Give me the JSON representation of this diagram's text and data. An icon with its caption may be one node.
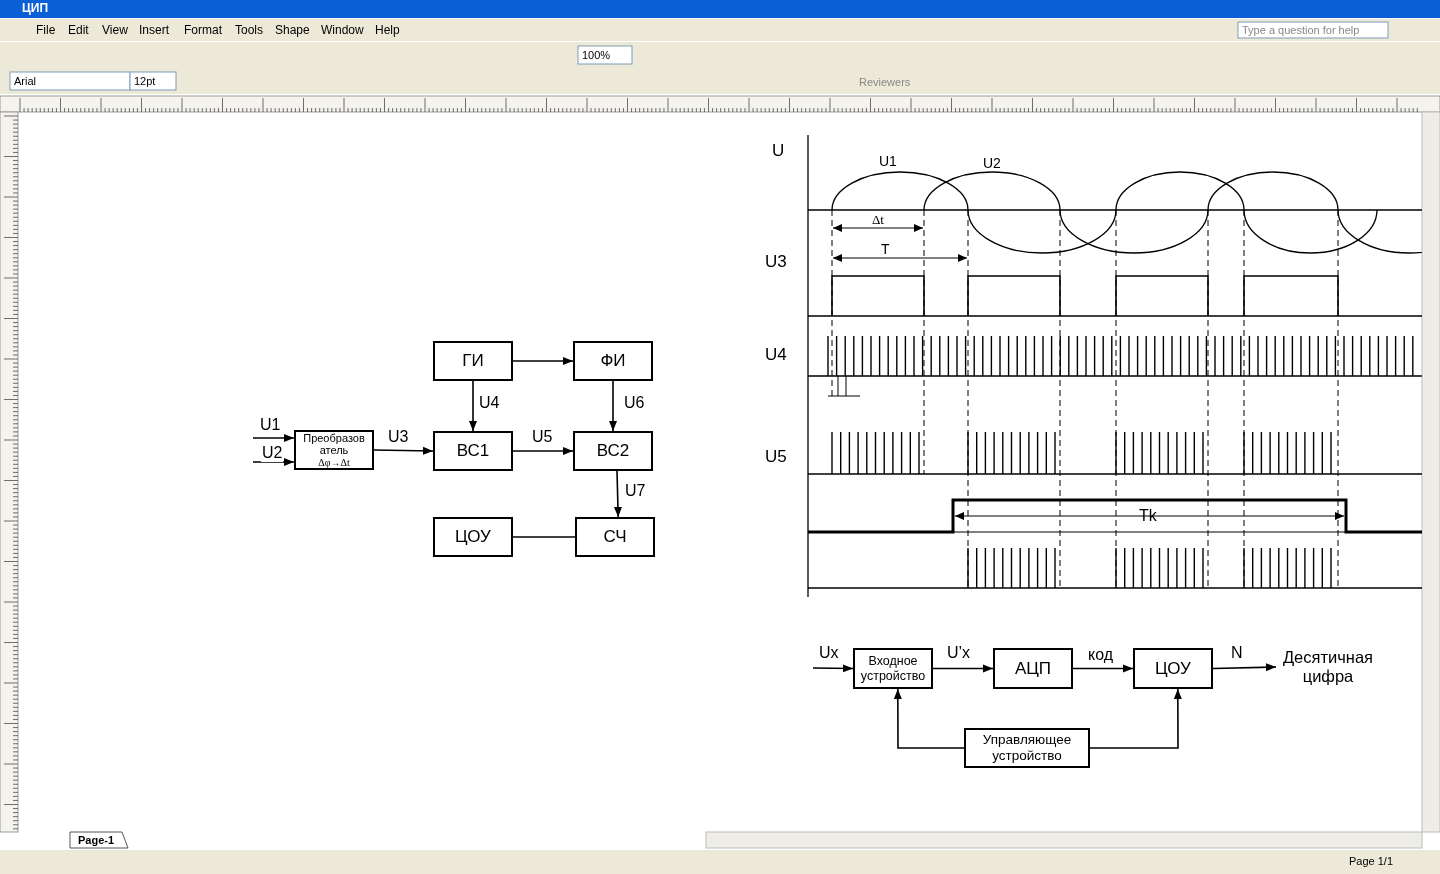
{
  "diagram": {
    "nodes": [
      {
        "text": [
          "Преобразов атель",
          "Δφ→Δt"
        ]
      },
      {
        "text": [
          "ГИ"
        ]
      },
      {
        "text": [
          "ФИ"
        ]
      },
      {
        "text": [
          "ВС1"
        ]
      },
      {
        "text": [
          "ВС2"
        ]
      },
      {
        "text": [
          "ЦОУ"
        ]
      },
      {
        "text": [
          "СЧ"
        ]
      },
      {
        "text": [
          "Входное устройство"
        ]
      },
      {
        "text": [
          "АЦП"
        ]
      },
      {
        "text": [
          "ЦОУ"
        ]
      },
      {
        "text": [
          "Управляющее устройство"
        ]
      },
      {
        "text": [
          "Десятичная цифра"
        ]
      }
    ],
    "edges": [
      {
        "from": null,
        "to": 0,
        "arrow": "to",
        "label": "U1"
      },
      {
        "from": null,
        "to": 0,
        "arrow": "to",
        "label": "U2"
      },
      {
        "from": 0,
        "to": 3,
        "arrow": "to",
        "label": "U3"
      },
      {
        "from": 1,
        "to": 2,
        "arrow": "to"
      },
      {
        "from": 1,
        "to": 3,
        "arrow": "to",
        "label": "U4"
      },
      {
        "from": 2,
        "to": 4,
        "arrow": "to",
        "label": "U6"
      },
      {
        "from": 3,
        "to": 4,
        "arrow": "to",
        "label": "U5"
      },
      {
        "from": 4,
        "to": 6,
        "arrow": "to",
        "label": "U7"
      },
      {
        "from": 6,
        "to": 5,
        "arrow": "none"
      },
      {
        "from": null,
        "to": 7,
        "arrow": "to",
        "label": "Ux"
      },
      {
        "from": 7,
        "to": 8,
        "arrow": "to",
        "label": "U’x"
      },
      {
        "from": 8,
        "to": 9,
        "arrow": "to",
        "label": "код"
      },
      {
        "from": 9,
        "to": 11,
        "arrow": "to",
        "label": "N"
      },
      {
        "from": 10,
        "to": 7,
        "arrow": "to"
      },
      {
        "from": 10,
        "to": 9,
        "arrow": "to"
      }
    ],
    "labels": [
      "ЦИП",
      "File",
      "Edit",
      "View",
      "Insert",
      "Format",
      "Tools",
      "Shape",
      "Window",
      "Help",
      "Type a question for help",
      "Arial",
      "12pt",
      "100%",
      "Reviewers",
      "U",
      "U1",
      "U2",
      "Δt",
      "T",
      "U3",
      "U4",
      "U5",
      "Tk",
      "Page-1",
      "Page 1/1"
    ]
  }
}
